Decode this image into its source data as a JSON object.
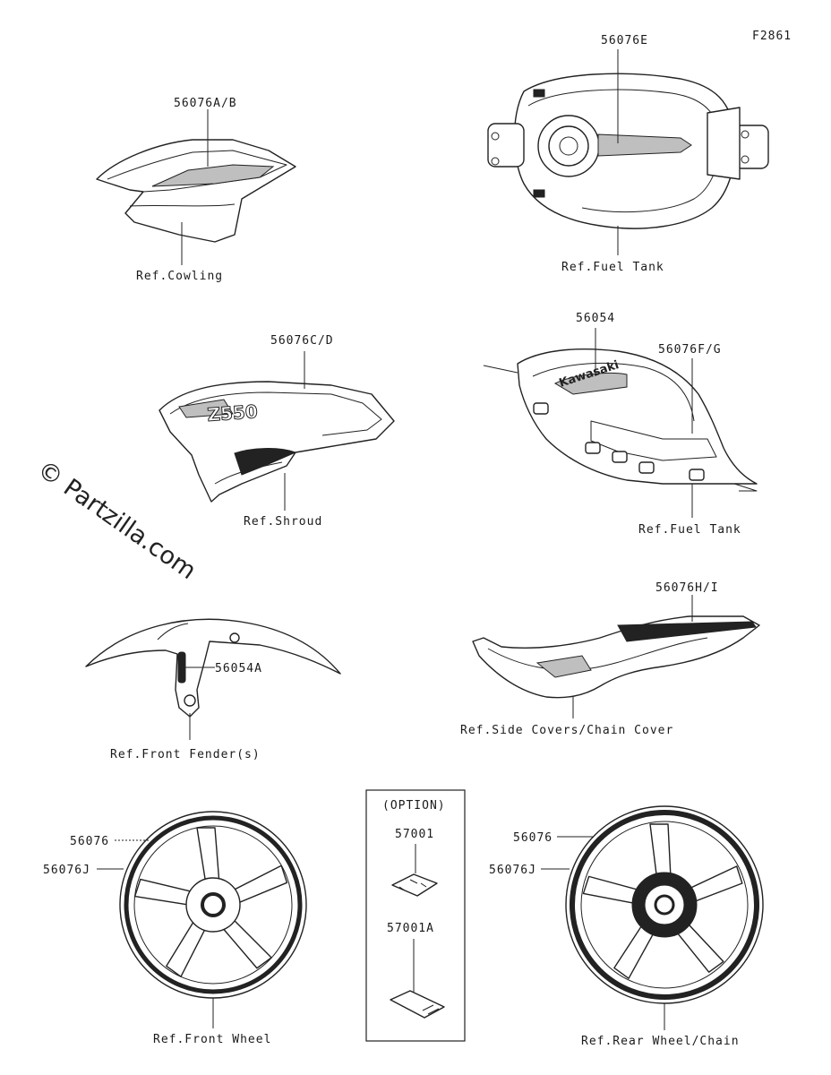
{
  "figure_id": "F2861",
  "watermark": "© Partzilla.com",
  "labels": {
    "cowl_part": "56076A/B",
    "cowl_ref": "Ref.Cowling",
    "tank_top_part": "56076E",
    "tank_top_ref": "Ref.Fuel Tank",
    "shroud_part": "56076C/D",
    "shroud_ref": "Ref.Shroud",
    "shroud_logo": "Z550",
    "tank_side_part1": "56054",
    "tank_side_part2": "56076F/G",
    "tank_side_ref": "Ref.Fuel Tank",
    "tank_logo": "Kawasaki",
    "fender_part": "56054A",
    "fender_ref": "Ref.Front Fender(s)",
    "side_cover_part": "56076H/I",
    "side_cover_ref": "Ref.Side Covers/Chain Cover",
    "option_title": "(OPTION)",
    "option_part1": "57001",
    "option_part2": "57001A",
    "front_wheel_part1": "56076",
    "front_wheel_part2": "56076J",
    "front_wheel_ref": "Ref.Front Wheel",
    "rear_wheel_part1": "56076",
    "rear_wheel_part2": "56076J",
    "rear_wheel_ref": "Ref.Rear Wheel/Chain"
  }
}
